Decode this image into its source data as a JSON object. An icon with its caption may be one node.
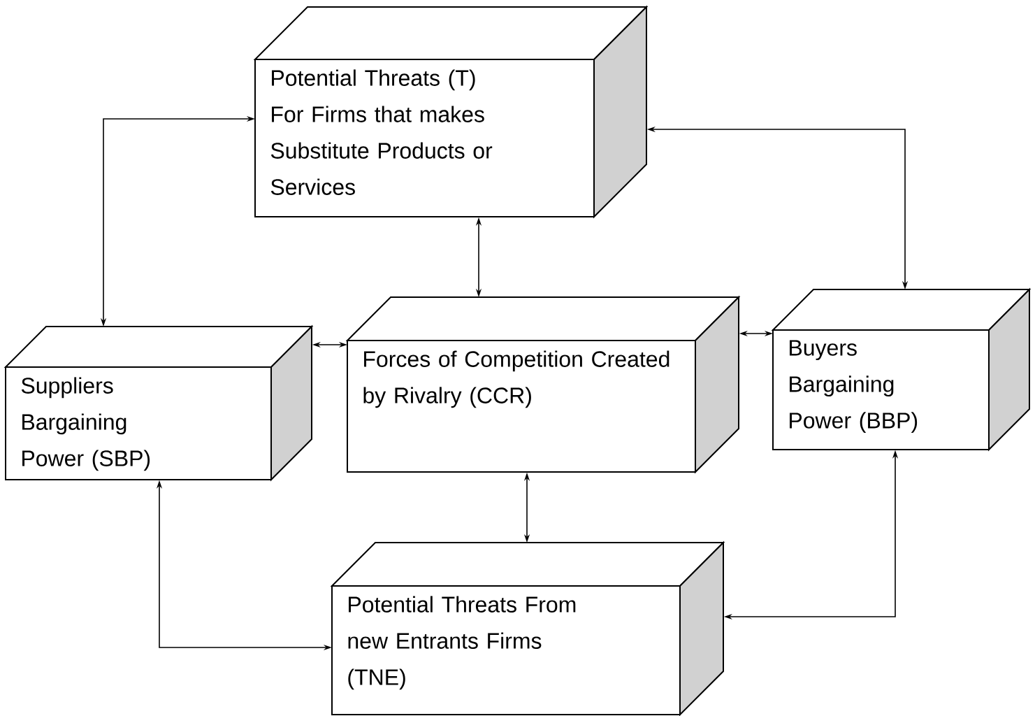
{
  "diagram": {
    "nodes": [
      {
        "text": [
          "Potential Threats (T) For Firms that makes Substitute Products or Services"
        ]
      },
      {
        "text": [
          "Suppliers Bargaining Power (SBP)"
        ]
      },
      {
        "text": [
          "Forces of Competition Created by Rivalry (CCR)"
        ]
      },
      {
        "text": [
          "Buyers Bargaining Power (BBP)"
        ]
      },
      {
        "text": [
          "Potential Threats From new Entrants Firms (TNE)"
        ]
      }
    ],
    "edges": [
      {
        "from": 1,
        "to": 0,
        "arrow": "both"
      },
      {
        "from": 0,
        "to": 3,
        "arrow": "both"
      },
      {
        "from": 0,
        "to": 2,
        "arrow": "both"
      },
      {
        "from": 1,
        "to": 2,
        "arrow": "both"
      },
      {
        "from": 2,
        "to": 3,
        "arrow": "both"
      },
      {
        "from": 2,
        "to": 4,
        "arrow": "both"
      },
      {
        "from": 1,
        "to": 4,
        "arrow": "both"
      },
      {
        "from": 3,
        "to": 4,
        "arrow": "both"
      }
    ]
  }
}
